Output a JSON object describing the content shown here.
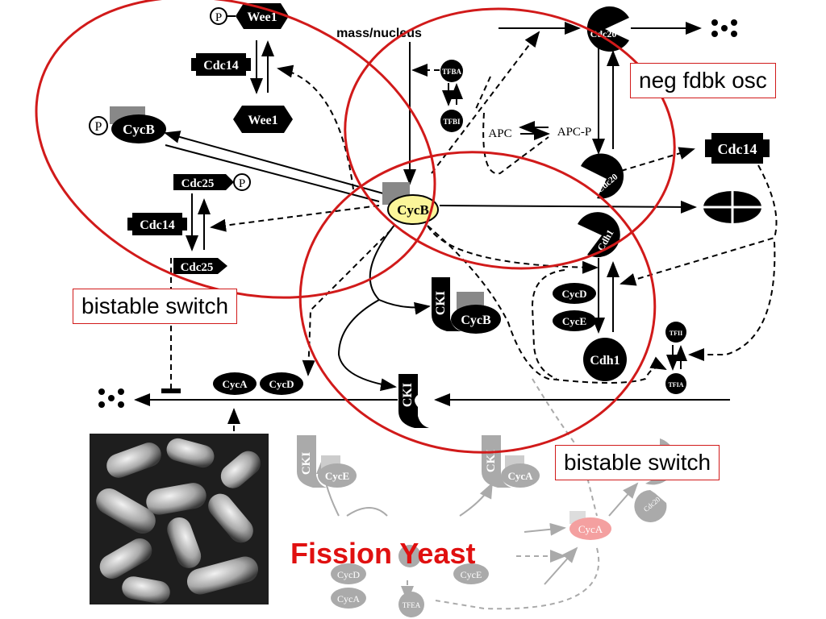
{
  "labels": {
    "mass_nucleus": "mass/nucleus",
    "apc": "APC",
    "apc_p": "APC-P",
    "neg_fdbk": "neg fdbk osc",
    "bistable_left": "bistable switch",
    "bistable_right": "bistable switch",
    "title": "Fission Yeast"
  },
  "nodes": {
    "wee1_p": "Wee1",
    "wee1": "Wee1",
    "cdc14_top": "Cdc14",
    "cycb_p": "CycB",
    "cdc25_p": "Cdc25",
    "cdc14_left": "Cdc14",
    "cdc25": "Cdc25",
    "cycb_center": "CycB",
    "tfb_a": "TFBA",
    "tfb_i": "TFBI",
    "cdc20_top": "Cdc20",
    "cdc20_mid": "Cdc20",
    "cdh1_top": "Cdh1",
    "cdh1_bottom": "Cdh1",
    "cdc14_right": "Cdc14",
    "cycd_right": "CycD",
    "cyce_right": "CycE",
    "tfi_i": "TFII",
    "tfi_a": "TFIA",
    "cki_cycb_cki": "CKI",
    "cki_cycb_cyc": "CycB",
    "cki_free": "CKI",
    "cyca_mid": "CycA",
    "cycd_mid": "CycD",
    "cki_cyce_cki": "CKI",
    "cki_cyce_cyc": "CycE",
    "cki_cyca_cki": "CKI",
    "cki_cyca_cyc": "CycA",
    "cyca_pink": "CycA",
    "cdc20_faint": "Cdc20",
    "cyca_bottom": "CycA",
    "cycd_bottom": "CycD",
    "cyce_bottom": "CycE",
    "tfe_bottom": "TFEA",
    "p_symbol": "P"
  },
  "colors": {
    "oval": "#d11a1a",
    "node": "#000000",
    "cycb_center": "#fbf59a",
    "cyca_pink": "#f4a0a0",
    "faded": "#aaaaaa",
    "title": "#e01010"
  },
  "icons": [
    "degradation-dots-icon",
    "cell-division-icon",
    "yeast-micrograph"
  ]
}
